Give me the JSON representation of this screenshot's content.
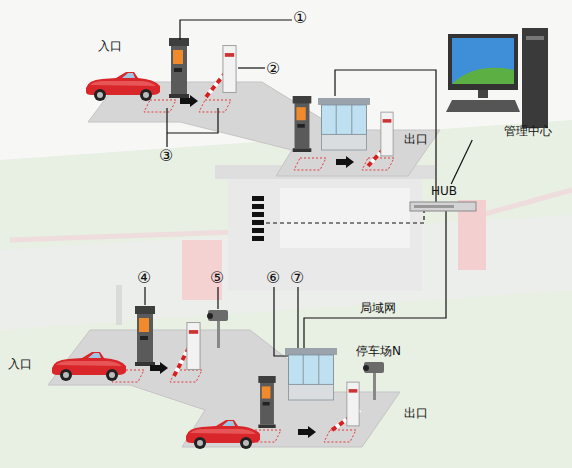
{
  "diagram": {
    "nodes": [
      {
        "text": [
          "管理中心"
        ]
      },
      {
        "text": [
          "HUB"
        ]
      }
    ],
    "edges": [
      {
        "from": 1,
        "to": 0,
        "arrow": "none"
      }
    ],
    "labels": [
      "①",
      "入口",
      "②",
      "③",
      "出口",
      "④",
      "⑤",
      "⑥",
      "⑦",
      "局域网",
      "入口",
      "停车场N",
      "出口"
    ]
  }
}
